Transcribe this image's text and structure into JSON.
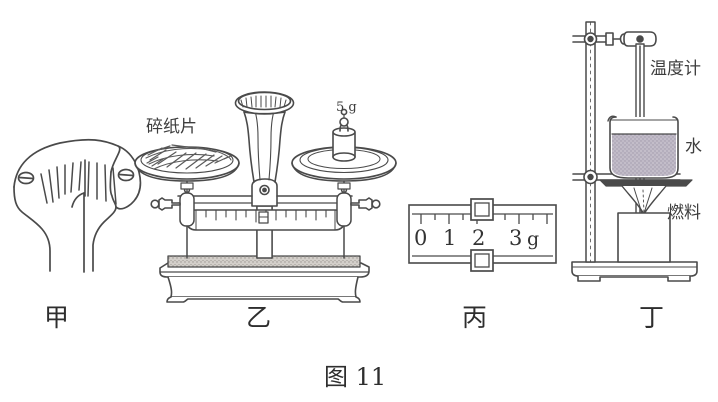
{
  "figure": {
    "caption": "图 11",
    "background_color": "#ffffff",
    "ink_color": "#4a4a4a"
  },
  "panels": [
    {
      "letter": "甲",
      "name": "fan",
      "annotations": []
    },
    {
      "letter": "乙",
      "name": "balance-scale",
      "annotations": [
        {
          "text": "碎纸片",
          "name": "paper-scraps-label"
        },
        {
          "text": "5 g",
          "name": "weight-mass-label"
        }
      ]
    },
    {
      "letter": "丙",
      "name": "sliding-scale",
      "annotations": [],
      "scale": {
        "tick_labels": [
          "0",
          "1",
          "2",
          "3"
        ],
        "unit": "g",
        "slider_value": "2"
      }
    },
    {
      "letter": "丁",
      "name": "heating-apparatus",
      "annotations": [
        {
          "text": "温度计",
          "name": "thermometer-label"
        },
        {
          "text": "水",
          "name": "water-label"
        },
        {
          "text": "燃料",
          "name": "fuel-label"
        }
      ]
    }
  ],
  "colors": {
    "ink": "#4a4a4a",
    "ink_dark": "#333333",
    "water_fill": "#bdb6c4",
    "base_fill": "#cfcbc6"
  }
}
